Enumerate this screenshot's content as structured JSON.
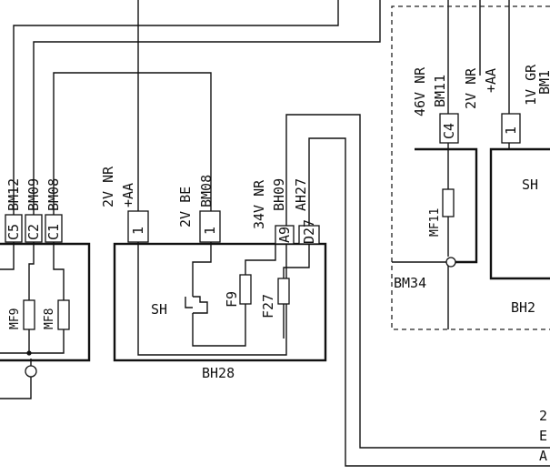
{
  "diagram": {
    "modules": {
      "left_unit": {
        "connectors": [
          "C5",
          "C2",
          "C1"
        ],
        "wire_codes": [
          "BM12",
          "BM09",
          "BM08"
        ],
        "fuses": [
          "MF9",
          "MF8"
        ]
      },
      "bh28": {
        "label": "BH28",
        "pins": [
          "1",
          "1",
          "A9",
          "D27"
        ],
        "wires": [
          {
            "gauge": "2V NR",
            "code": "+AA"
          },
          {
            "gauge": "2V BE",
            "code": "BM08"
          },
          {
            "gauge": "34V NR",
            "code": "BH09"
          },
          {
            "code": "AH27"
          }
        ],
        "shunt": "SH",
        "fuses": [
          "F9",
          "F27"
        ]
      },
      "right_unit": {
        "pins": [
          "C4",
          "1"
        ],
        "wires": [
          {
            "gauge": "46V NR",
            "code": "BM11"
          },
          {
            "gauge": "2V NR",
            "code": "+AA"
          },
          {
            "gauge": "1V GR",
            "code": "BM1"
          }
        ],
        "fuse": "MF11",
        "shunt": "SH",
        "node": "BM34",
        "partial_label": "BH2",
        "edge_text": [
          "2",
          "E",
          "A"
        ]
      }
    }
  }
}
